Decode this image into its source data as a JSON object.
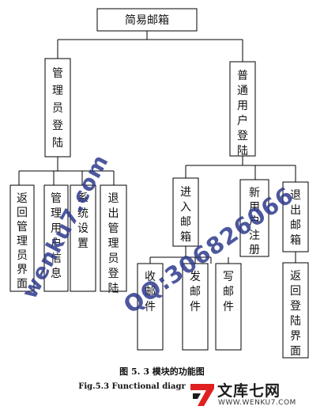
{
  "diagram": {
    "root": "简易邮箱",
    "admin": "管理员登陆",
    "user": "普通用户登陆",
    "admin_children": [
      "返回管理员界面",
      "管理用户信息",
      "系统设置",
      "退出管理员登陆"
    ],
    "user_children": [
      "进入邮箱",
      "新用户注册",
      "退出邮箱"
    ],
    "user_exit_child": "返回登陆界面",
    "mailbox_children": [
      "收邮件",
      "发邮件",
      "写邮件"
    ]
  },
  "caption": {
    "cn": "图 5. 3  模块的功能图",
    "en": "Fig.5.3 Functional diagr"
  },
  "watermark": {
    "url": "wenku7.com",
    "qq": "QQ:306826066"
  },
  "logo": {
    "name": "文库七网",
    "url": "WWW.WENKU7.COM",
    "color": "#e02020"
  }
}
